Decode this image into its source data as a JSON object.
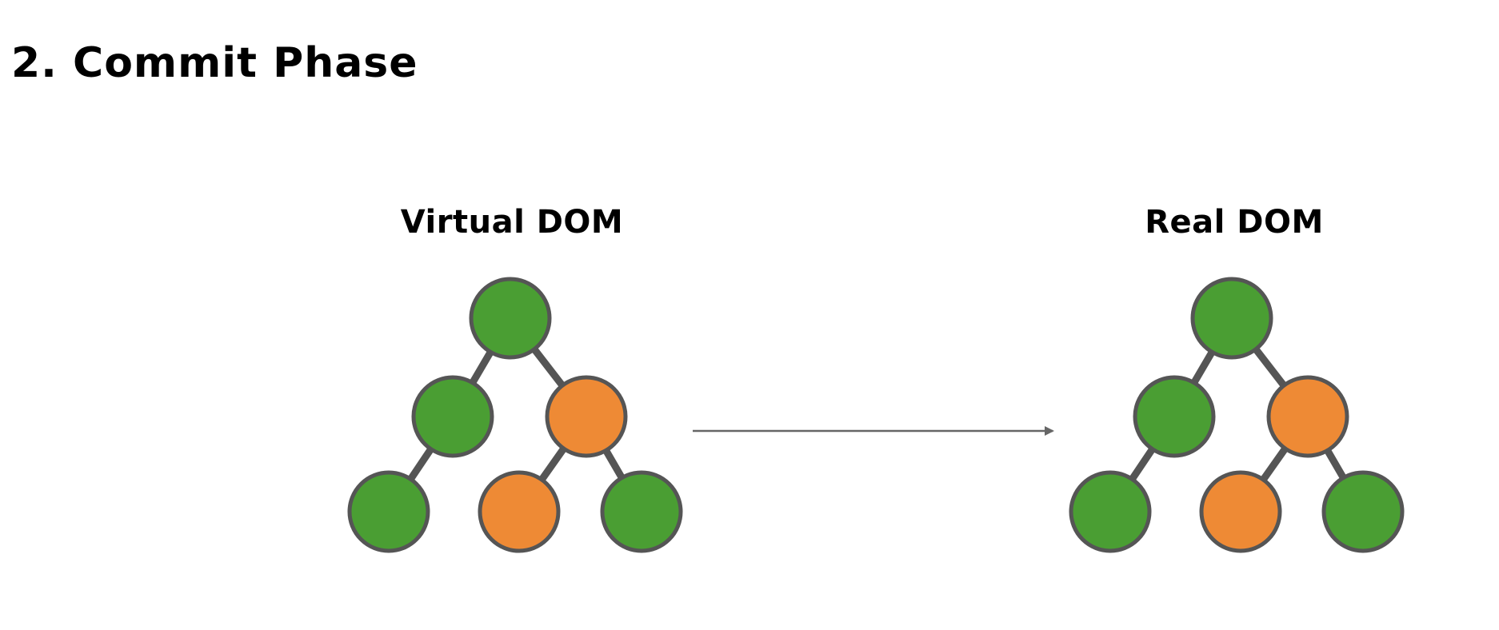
{
  "title": "2. Commit Phase",
  "virtual_dom": {
    "label": "Virtual DOM",
    "nodes": [
      {
        "id": "root",
        "state": "unchanged"
      },
      {
        "id": "left",
        "state": "unchanged"
      },
      {
        "id": "right",
        "state": "changed"
      },
      {
        "id": "left-left",
        "state": "unchanged"
      },
      {
        "id": "right-left",
        "state": "changed"
      },
      {
        "id": "right-right",
        "state": "unchanged"
      }
    ]
  },
  "real_dom": {
    "label": "Real DOM",
    "nodes": [
      {
        "id": "root",
        "state": "unchanged"
      },
      {
        "id": "left",
        "state": "unchanged"
      },
      {
        "id": "right",
        "state": "changed"
      },
      {
        "id": "left-left",
        "state": "unchanged"
      },
      {
        "id": "right-left",
        "state": "changed"
      },
      {
        "id": "right-right",
        "state": "unchanged"
      }
    ]
  },
  "edges": [
    [
      "root",
      "left"
    ],
    [
      "root",
      "right"
    ],
    [
      "left",
      "left-left"
    ],
    [
      "right",
      "right-left"
    ],
    [
      "right",
      "right-right"
    ]
  ],
  "colors": {
    "unchanged": "#4a9e33",
    "changed": "#ee8a35",
    "node_stroke": "#555555",
    "edge": "#555555",
    "arrow": "#666666"
  }
}
